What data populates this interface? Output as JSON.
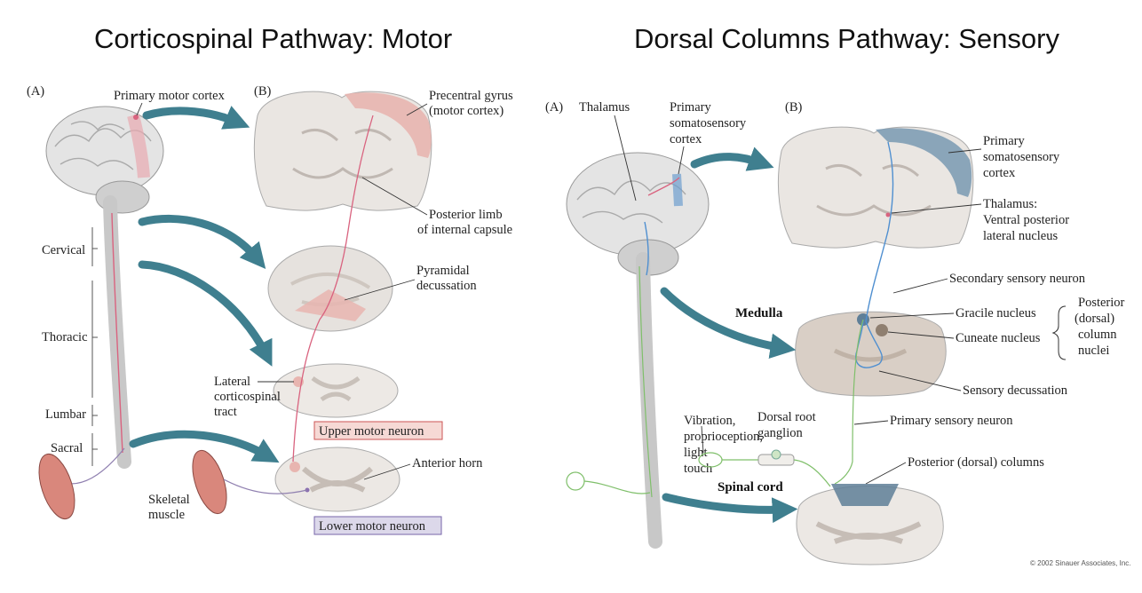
{
  "titles": {
    "left": "Corticospinal Pathway: Motor",
    "right": "Dorsal Columns Pathway: Sensory"
  },
  "motor": {
    "panel_a": "(A)",
    "panel_b": "(B)",
    "primary_motor_cortex": "Primary motor cortex",
    "precentral_1": "Precentral gyrus",
    "precentral_2": "(motor cortex)",
    "posterior_limb_1": "Posterior limb",
    "posterior_limb_2": "of internal  capsule",
    "pyramidal_1": "Pyramidal",
    "pyramidal_2": "decussation",
    "lateral_1": "Lateral",
    "lateral_2": "corticospinal",
    "lateral_3": "tract",
    "upper_motor_neuron": "Upper motor neuron",
    "lower_motor_neuron": "Lower motor neuron",
    "anterior_horn": "Anterior horn",
    "skeletal_1": "Skeletal",
    "skeletal_2": "muscle",
    "cervical": "Cervical",
    "thoracic": "Thoracic",
    "lumbar": "Lumbar",
    "sacral": "Sacral"
  },
  "sensory": {
    "panel_a": "(A)",
    "panel_b": "(B)",
    "thalamus": "Thalamus",
    "primary_1": "Primary",
    "primary_2": "somatosensory",
    "primary_3": "cortex",
    "primary_r1": "Primary",
    "primary_r2": "somatosensory",
    "primary_r3": "cortex",
    "thal_vpl_1": "Thalamus:",
    "thal_vpl_2": "Ventral posterior",
    "thal_vpl_3": "lateral nucleus",
    "secondary": "Secondary sensory neuron",
    "medulla": "Medulla",
    "gracile": "Gracile nucleus",
    "cuneate": "Cuneate nucleus",
    "nuclei_1": "Posterior",
    "nuclei_2": "(dorsal)",
    "nuclei_3": "column",
    "nuclei_4": "nuclei",
    "sensory_decussation": "Sensory decussation",
    "vibration_1": "Vibration,",
    "vibration_2": "proprioception,",
    "vibration_3": "light",
    "vibration_4": "touch",
    "drg_1": "Dorsal root",
    "drg_2": "ganglion",
    "primary_sensory": "Primary sensory neuron",
    "posterior_columns": "Posterior (dorsal) columns",
    "spinal_cord": "Spinal cord"
  },
  "copyright": "© 2002 Sinauer Associates, Inc.",
  "colors": {
    "motor_pathway": "#d9637f",
    "sensory_pathway": "#4f8fd0",
    "primary_sensory_fiber": "#7fbf6a",
    "arrow": "#3f7f8f",
    "upper_box": "#f6d9d5",
    "lower_box": "#dcd8ea"
  }
}
